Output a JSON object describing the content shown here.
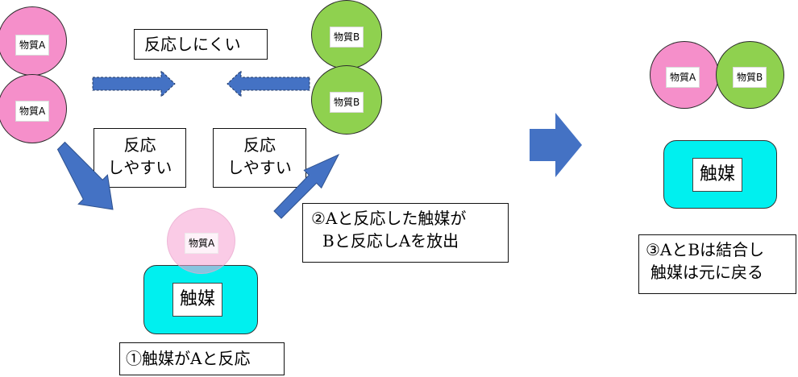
{
  "substance_a": "物質A",
  "substance_b": "物質B",
  "catalyst": "触媒",
  "hard_to_react": "反応しにくい",
  "easy_react_line1": "反応",
  "easy_react_line2": "しやすい",
  "step1": "①触媒がAと反応",
  "step2_line1": "②Aと反応した触媒が",
  "step2_line2": "Bと反応しAを放出",
  "step3_line1": "③AとBは結合し",
  "step3_line2": "触媒は元に戻る",
  "colors": {
    "substance_a": "#f58fca",
    "substance_b": "#8fd14f",
    "catalyst": "#00f0ef",
    "arrow": "#4472c4"
  }
}
